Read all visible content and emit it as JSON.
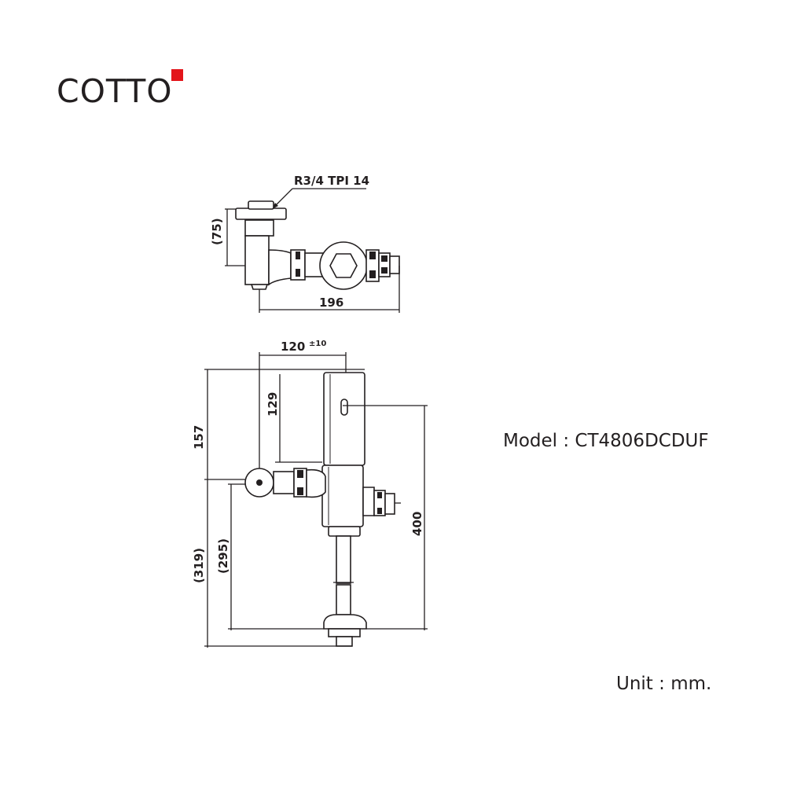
{
  "brand": {
    "name": "COTTO",
    "accent_color": "#e3151a",
    "text_color": "#231f20"
  },
  "top_view": {
    "thread_label": "R3/4 TPI 14",
    "dim_depth": "(75)",
    "dim_width": "196"
  },
  "front_view": {
    "dim_offset": "120",
    "dim_offset_tol": "±10",
    "dim_129": "129",
    "dim_157": "157",
    "dim_400": "400",
    "dim_319": "(319)",
    "dim_295": "(295)"
  },
  "model_text": "Model : CT4806DCDUF",
  "unit_text": "Unit : mm."
}
